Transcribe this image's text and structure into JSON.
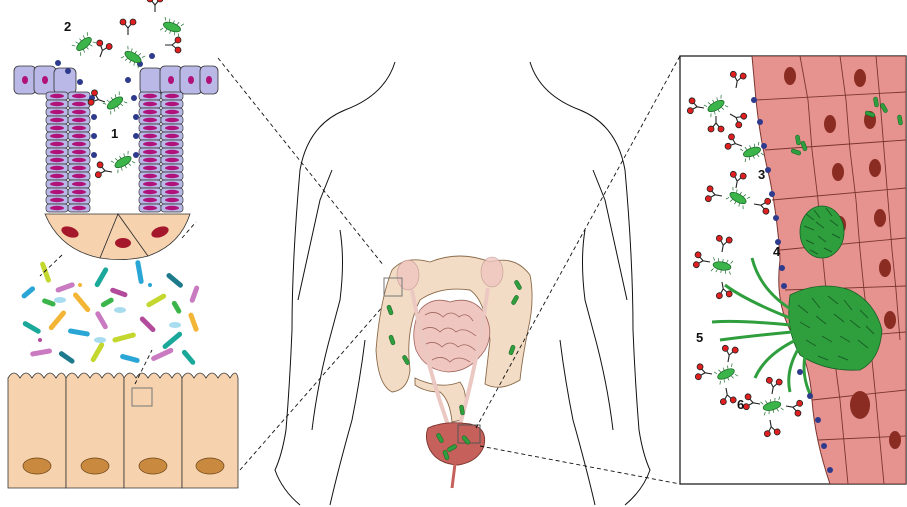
{
  "labels": {
    "l1": "1",
    "l2": "2",
    "l3": "3",
    "l4": "4",
    "l5": "5",
    "l6": "6"
  },
  "colors": {
    "epithelium_violet": "#b9b8e6",
    "nucleus_magenta": "#b0127a",
    "crypt_base": "#f6d3ae",
    "crypt_base_nucleus": "#a5172b",
    "bacteria_green": "#3bb54a",
    "bladder_cell_pink": "#e6928f",
    "bladder_nucleus": "#8a2c22",
    "mucin_dot": "#2e3a8c",
    "antibody_red": "#e02020",
    "colon_fill": "#f3dcc5",
    "small_intestine": "#f0c6c0"
  },
  "icons": [
    "bacterium-icon",
    "antibody-icon",
    "cell-nucleus-icon"
  ]
}
